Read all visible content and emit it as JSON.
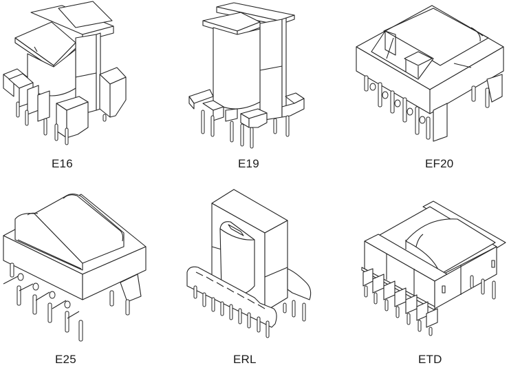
{
  "title": "Transformer bobbin types",
  "items": [
    {
      "id": "e16",
      "label": "E16",
      "icon": "vertical-transformer-e-core"
    },
    {
      "id": "e19",
      "label": "E19",
      "icon": "vertical-transformer-e-core-tall"
    },
    {
      "id": "ef20",
      "label": "EF20",
      "icon": "horizontal-transformer-ef-core"
    },
    {
      "id": "e25",
      "label": "E25",
      "icon": "horizontal-transformer-e-core"
    },
    {
      "id": "erl",
      "label": "ERL",
      "icon": "vertical-transformer-er-core"
    },
    {
      "id": "etd",
      "label": "ETD",
      "icon": "horizontal-transformer-etd-core"
    }
  ],
  "colors": {
    "line": "#222222",
    "background": "#ffffff",
    "text": "#1a1a1a"
  }
}
